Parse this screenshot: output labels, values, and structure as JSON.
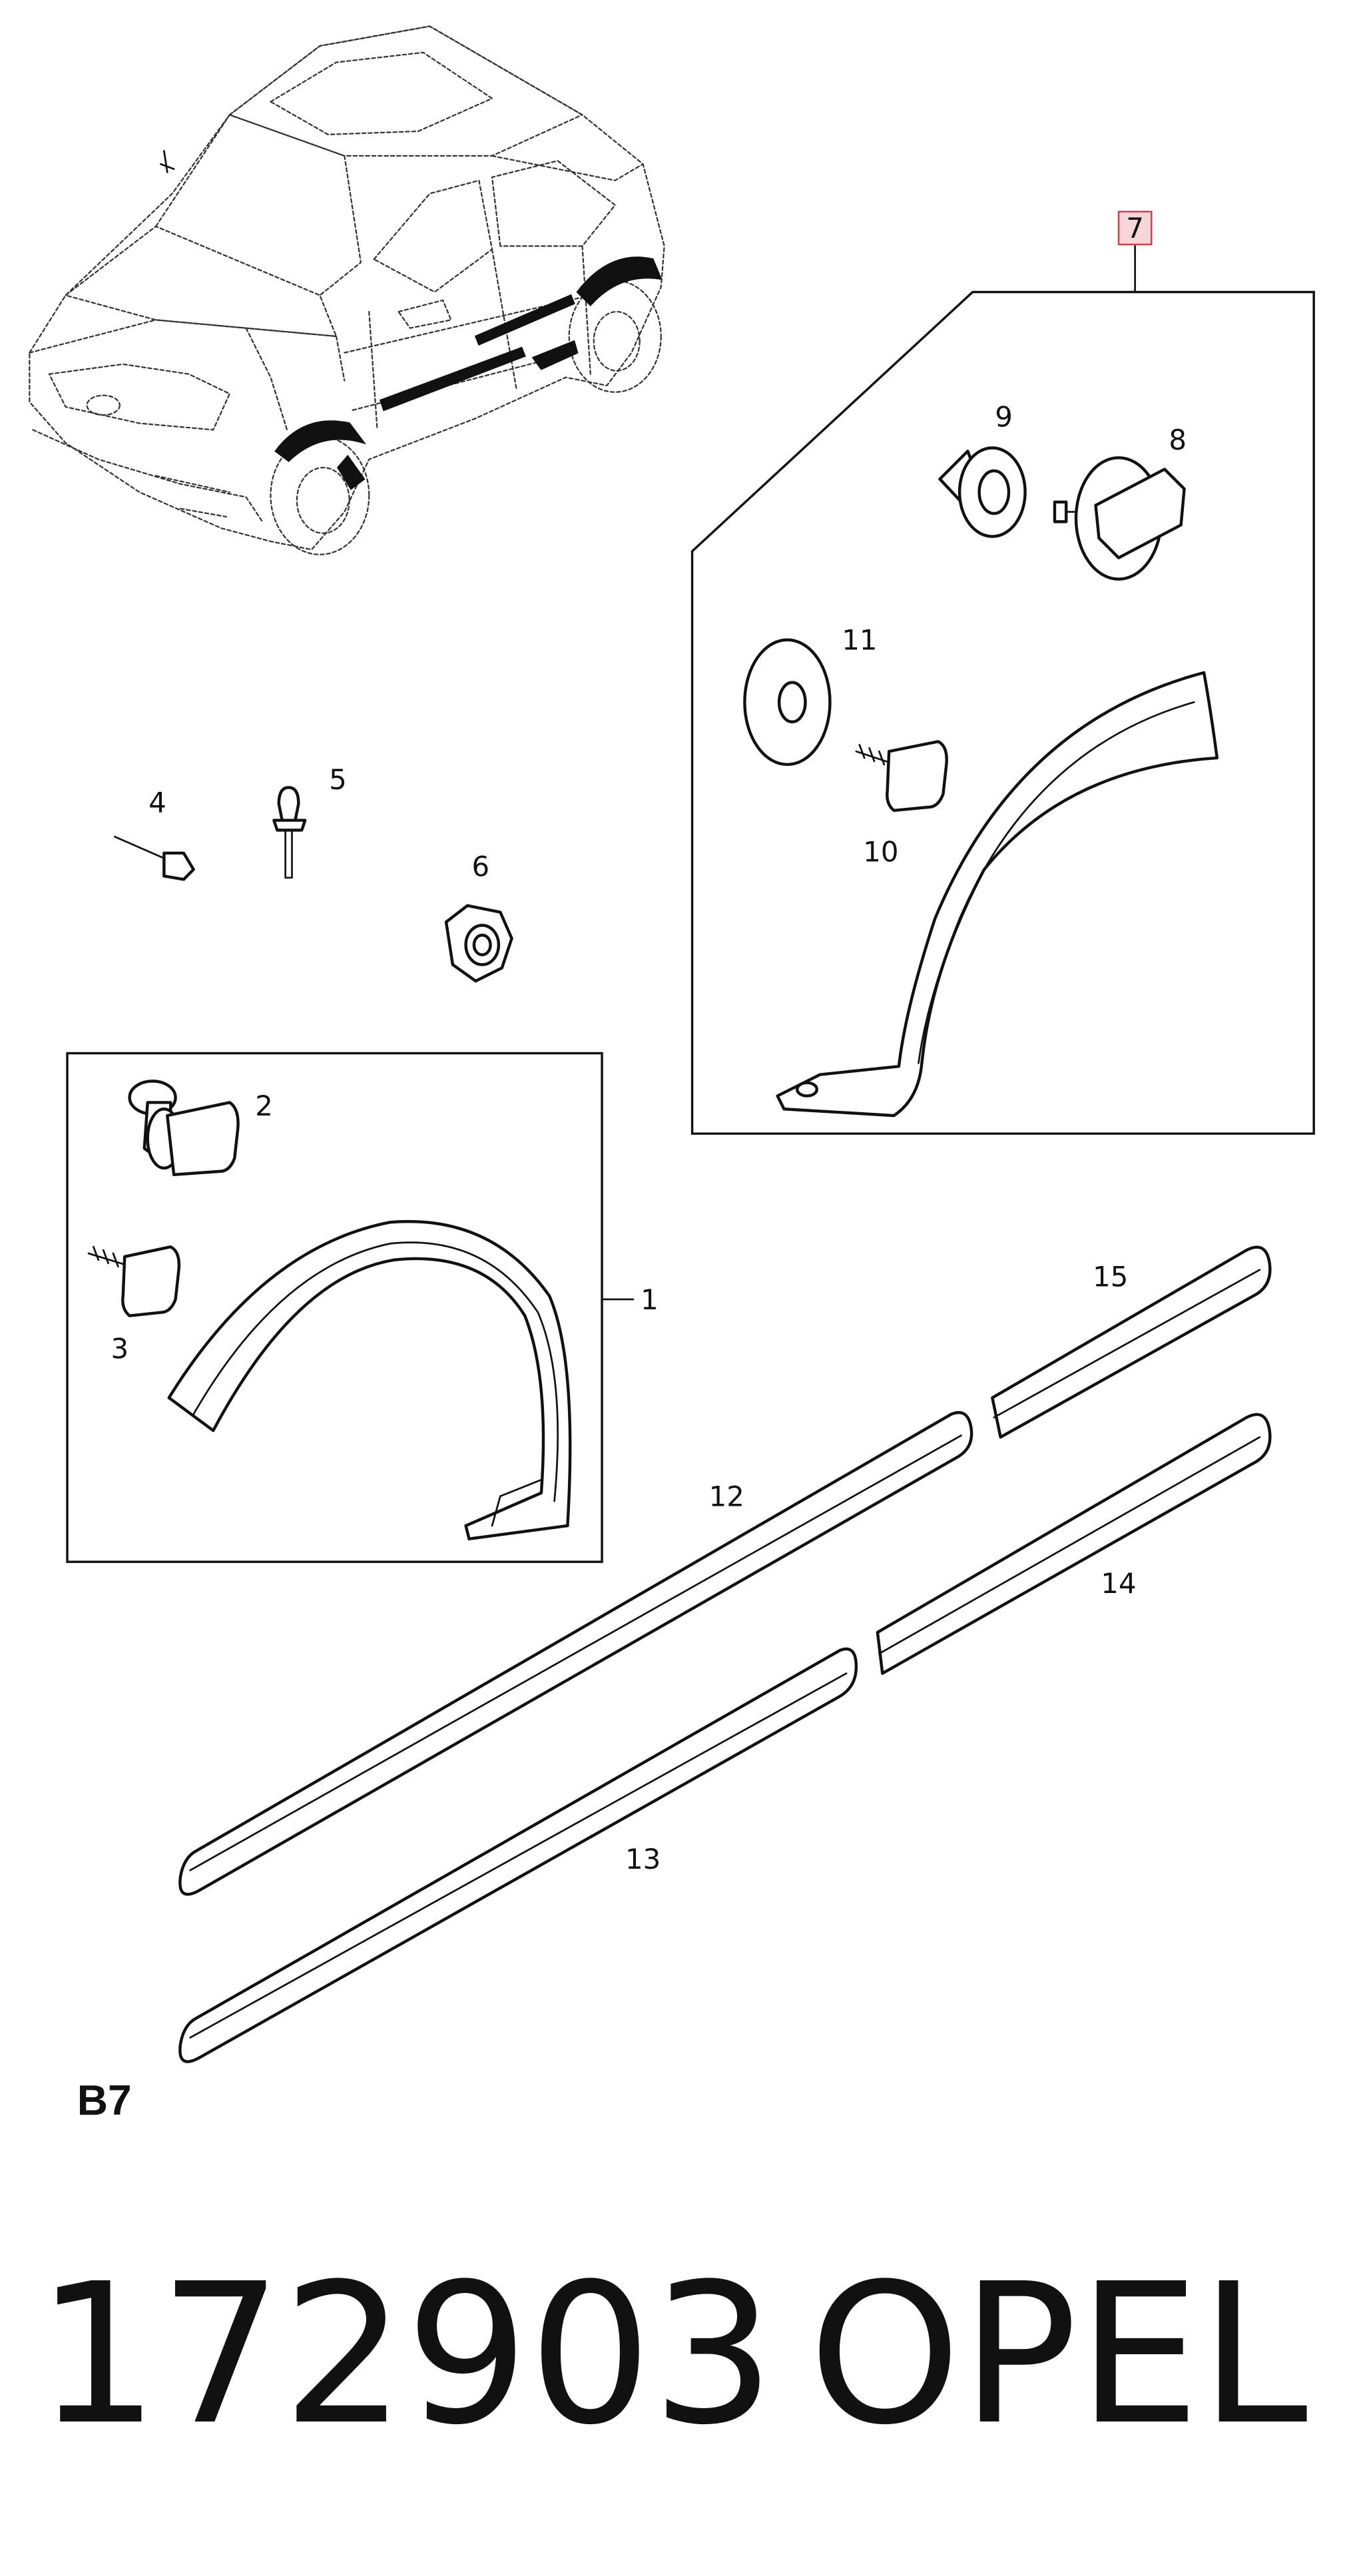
{
  "callouts": {
    "c1": "1",
    "c2": "2",
    "c3": "3",
    "c4": "4",
    "c5": "5",
    "c6": "6",
    "c7": "7",
    "c8": "8",
    "c9": "9",
    "c10": "10",
    "c11": "11",
    "c12": "12",
    "c13": "13",
    "c14": "14",
    "c15": "15"
  },
  "section_label": "B7",
  "part_number": "172903",
  "brand": "OPEL",
  "colors": {
    "line": "#111111",
    "highlight_fill": "#f7d6da",
    "highlight_border": "#d23c4c"
  }
}
